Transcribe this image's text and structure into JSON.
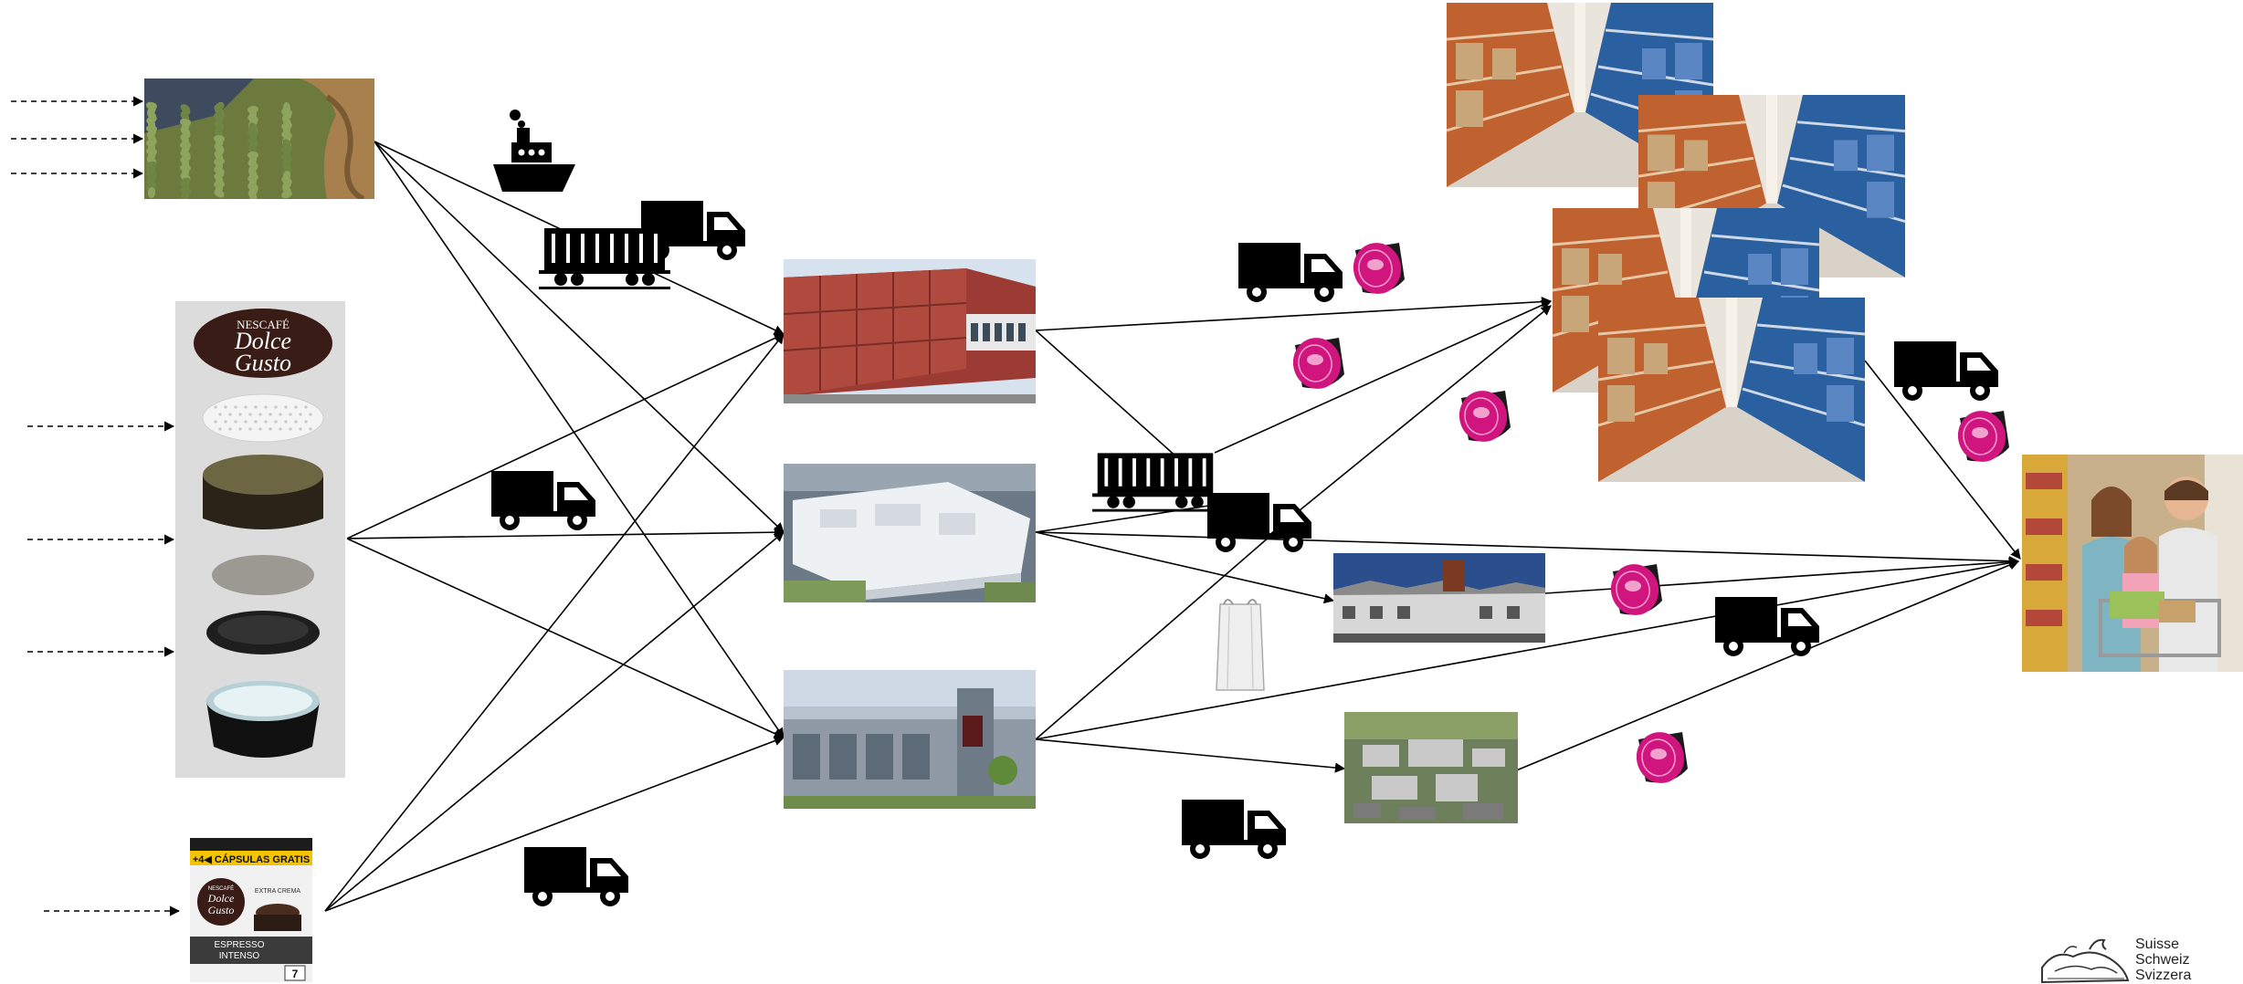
{
  "diagram": {
    "input_packaging": {
      "brand_top": "NESCAFÉ",
      "brand_line1": "Dolce",
      "brand_line2": "Gusto"
    },
    "input_box": {
      "banner": "+4◀ CÁPSULAS GRATIS",
      "brand_top": "NESCAFÉ",
      "brand_line1": "Dolce",
      "brand_line2": "Gusto",
      "extra": "EXTRA CREMA",
      "product_line1": "ESPRESSO",
      "product_line2": "INTENSO",
      "intensity": "7"
    },
    "footer": {
      "line1": "Suisse",
      "line2": "Schweiz",
      "line3": "Svizzera"
    },
    "colors": {
      "capsule": "#d0157f",
      "coffee_bean": "#8ea35e",
      "factory_red": "#9b3b33",
      "warehouse_orange": "#c0622f",
      "warehouse_blue": "#2a5fa0"
    },
    "icons": [
      "ship-icon",
      "truck-icon",
      "rail-wagon-icon",
      "capsule-icon",
      "bulk-bag-icon",
      "nestle-nest-logo"
    ]
  }
}
